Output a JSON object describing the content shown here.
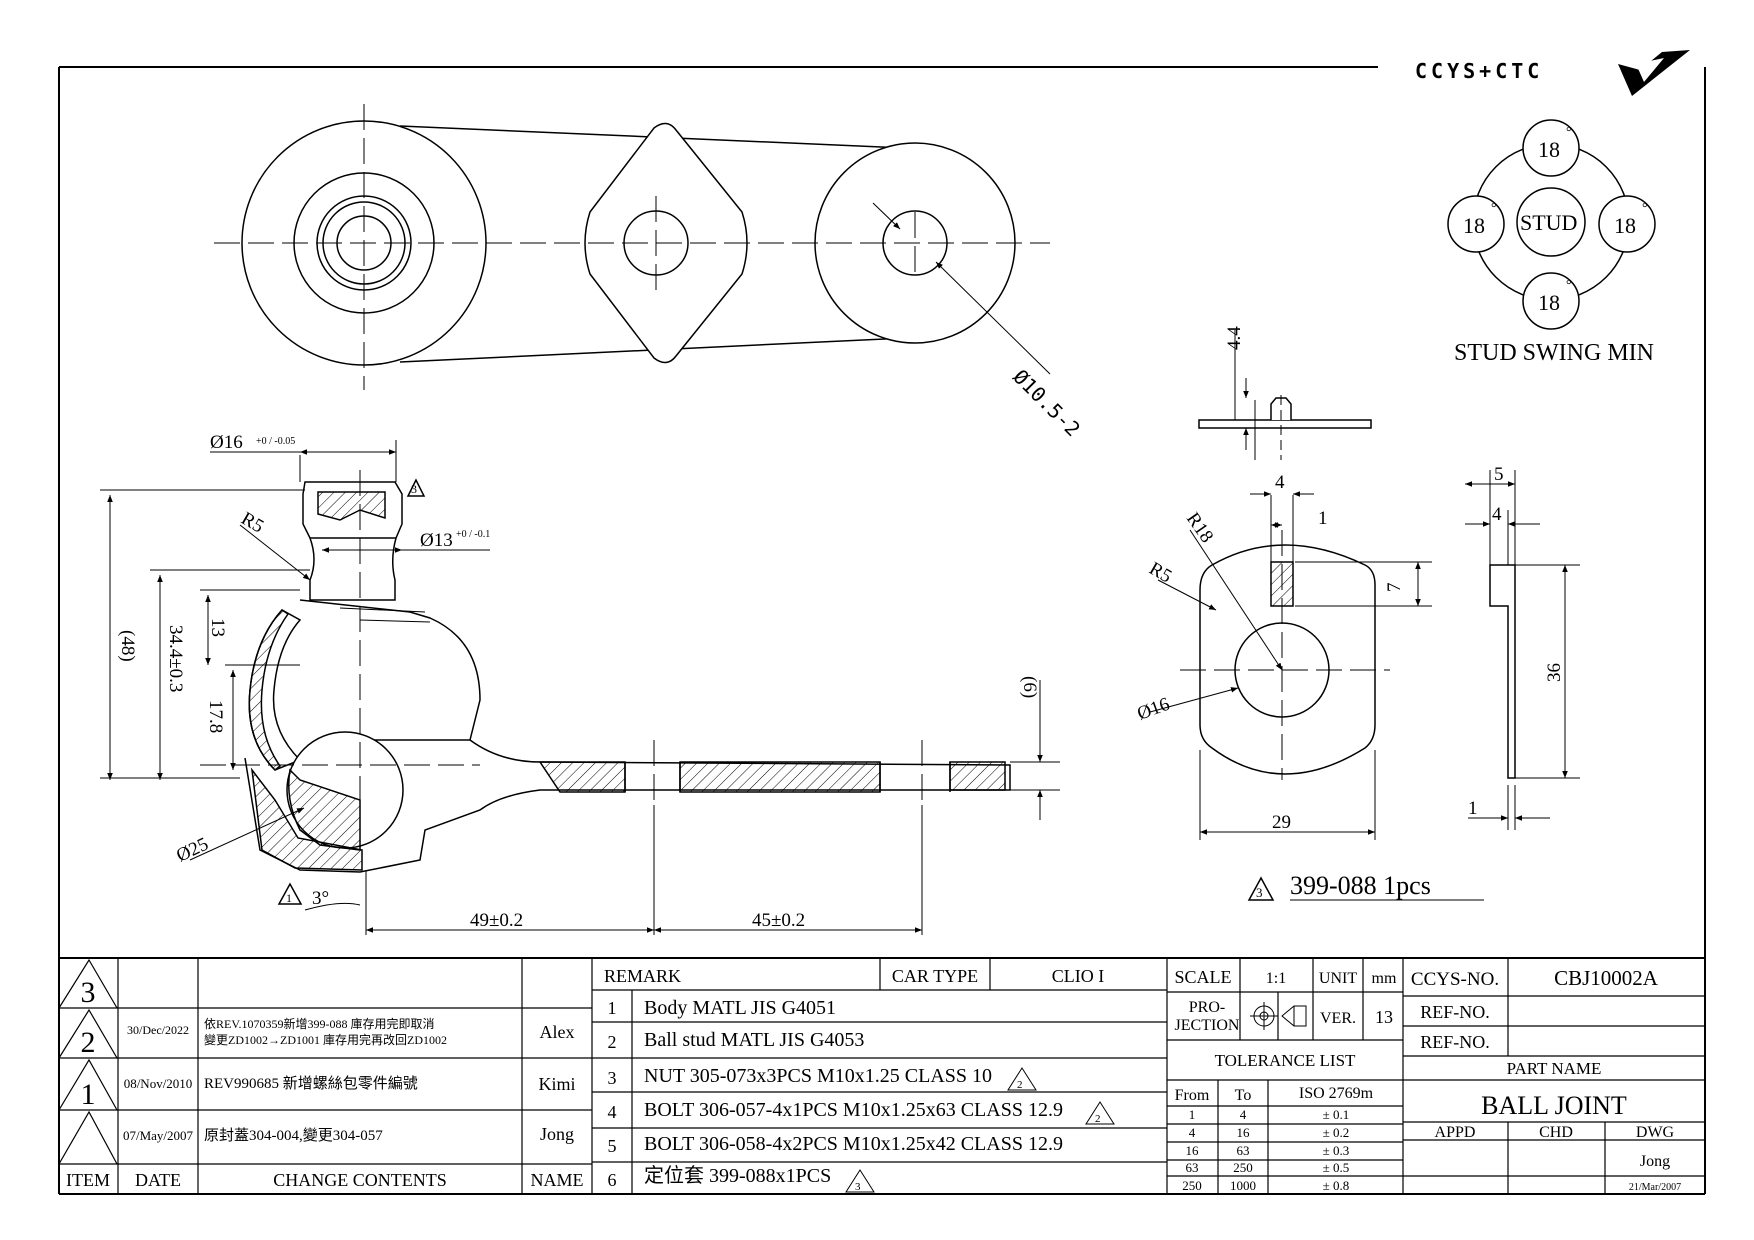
{
  "logo": {
    "text": "CCYS+CTC"
  },
  "top_view": {
    "dim_hole": "Ø10.5-2"
  },
  "section_view": {
    "dim_top_dia": "Ø16",
    "dim_top_tol": "+0 / -0.05",
    "dim_neck_dia": "Ø13",
    "dim_neck_tol": "+0 / -0.1",
    "dim_r5": "R5",
    "dim_48": "(48)",
    "dim_344": "34.4±0.3",
    "dim_13": "13",
    "dim_178": "17.8",
    "dim_ball": "Ø25",
    "dim_angle": "3°",
    "dim_49": "49±0.2",
    "dim_45": "45±0.2",
    "dim_6": "(6)",
    "rev_marker_1": "1",
    "rev_marker_3": "3"
  },
  "stud_swing": {
    "center": "STUD",
    "angle": "18",
    "degree": "°",
    "caption": "STUD SWING MIN"
  },
  "washer": {
    "dim_44": "4.4",
    "dim_4": "4",
    "dim_1": "1",
    "dim_r18": "R18",
    "dim_r5": "R5",
    "dim_7": "7",
    "dim_d16": "Ø16",
    "dim_29": "29",
    "side_dim_5": "5",
    "side_dim_4": "4",
    "side_dim_36": "36",
    "side_dim_1": "1",
    "part_marker": "3",
    "part_note": "399-088 1pcs"
  },
  "revision_table": {
    "headers": {
      "item": "ITEM",
      "date": "DATE",
      "contents": "CHANGE CONTENTS",
      "name": "NAME"
    },
    "rows": [
      {
        "item": "3",
        "date": "30/Dec/2022",
        "line1": "依REV.1070359新增399-088 庫存用完即取消",
        "line2": "變更ZD1002→ZD1001 庫存用完再改回ZD1002",
        "name": "Alex"
      },
      {
        "item": "2",
        "date": "08/Nov/2010",
        "line1": "REV990685 新增螺絲包零件編號",
        "line2": "",
        "name": "Kimi"
      },
      {
        "item": "1",
        "date": "07/May/2007",
        "line1": "原封蓋304-004,變更304-057",
        "line2": "",
        "name": "Jong"
      }
    ]
  },
  "remark_table": {
    "remark_label": "REMARK",
    "car_type_label": "CAR TYPE",
    "car_type": "CLIO I",
    "rows": [
      {
        "no": "1",
        "text": "Body MATL JIS G4051",
        "rev": ""
      },
      {
        "no": "2",
        "text": "Ball stud MATL JIS G4053",
        "rev": ""
      },
      {
        "no": "3",
        "text": "NUT 305-073x3PCS M10x1.25 CLASS 10",
        "rev": "2"
      },
      {
        "no": "4",
        "text": "BOLT 306-057-4x1PCS M10x1.25x63 CLASS 12.9",
        "rev": "2"
      },
      {
        "no": "5",
        "text": "BOLT 306-058-4x2PCS M10x1.25x42 CLASS 12.9",
        "rev": ""
      },
      {
        "no": "6",
        "text": "定位套 399-088x1PCS",
        "rev": "3"
      }
    ]
  },
  "tolerance": {
    "scale_label": "SCALE",
    "scale": "1:1",
    "unit_label": "UNIT",
    "unit": "mm",
    "projection_label_1": "PRO-",
    "projection_label_2": "JECTION",
    "ver_label": "VER.",
    "ver": "13",
    "title": "TOLERANCE LIST",
    "col_from": "From",
    "col_to": "To",
    "col_iso": "ISO 2769m",
    "rows": [
      {
        "from": "1",
        "to": "4",
        "tol": "± 0.1"
      },
      {
        "from": "4",
        "to": "16",
        "tol": "± 0.2"
      },
      {
        "from": "16",
        "to": "63",
        "tol": "± 0.3"
      },
      {
        "from": "63",
        "to": "250",
        "tol": "± 0.5"
      },
      {
        "from": "250",
        "to": "1000",
        "tol": "± 0.8"
      }
    ]
  },
  "title_block": {
    "ccys_no_label": "CCYS-NO.",
    "ccys_no": "CBJ10002A",
    "ref_no_label_1": "REF-NO.",
    "ref_no_label_2": "REF-NO.",
    "part_name_label": "PART NAME",
    "part_name": "BALL JOINT",
    "appd": "APPD",
    "chd": "CHD",
    "dwg": "DWG",
    "drawer": "Jong",
    "date": "21/Mar/2007"
  }
}
